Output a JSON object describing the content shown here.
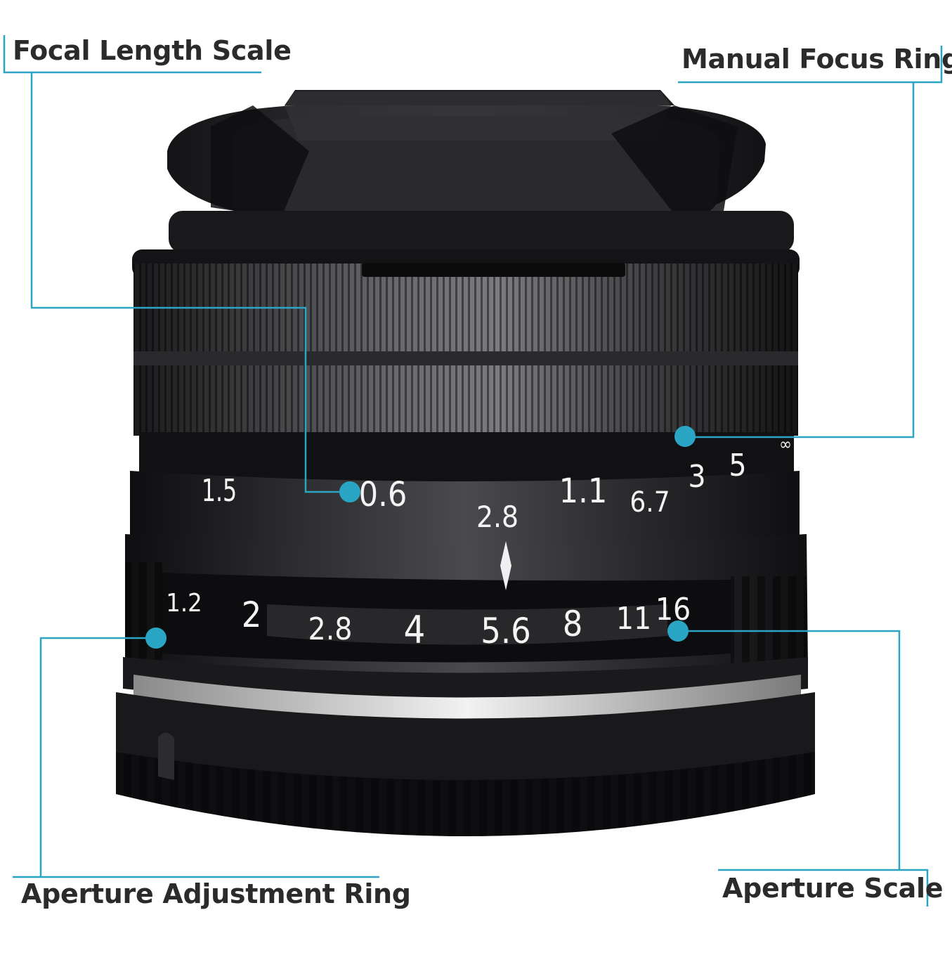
{
  "callouts": {
    "focal_length_scale": "Focal Length Scale",
    "manual_focus_ring": "Manual Focus Ring",
    "aperture_adjustment_ring": "Aperture Adjustment Ring",
    "aperture_scale": "Aperture Scale"
  },
  "focus_scale": {
    "values": [
      "1.5",
      "0.6",
      "1.1",
      "6.7",
      "3",
      "5",
      "∞"
    ],
    "index_value": "2.8"
  },
  "aperture_scale": {
    "values": [
      "1.2",
      "2",
      "2.8",
      "4",
      "5.6",
      "8",
      "11",
      "16"
    ]
  },
  "colors": {
    "accent": "#2aa6c4",
    "label_text": "#2b2b2b",
    "lens_body": "#1c1c1e",
    "silver_ring": "#d9d9d9"
  },
  "icons": {
    "index_mark": "diamond-index-icon",
    "callout_dot": "callout-dot-icon"
  }
}
